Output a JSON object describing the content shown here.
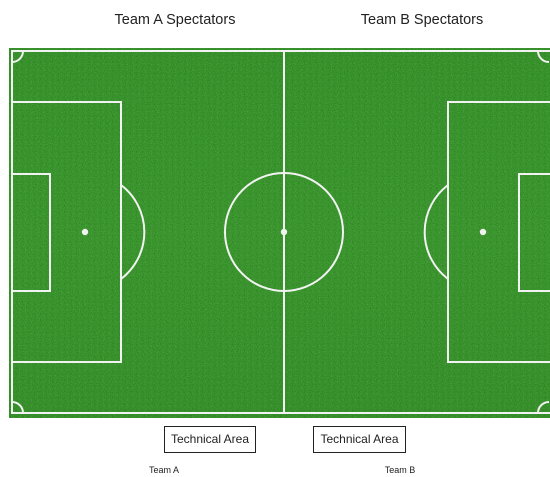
{
  "spectators": {
    "team_a": "Team A Spectators",
    "team_b": "Team B Spectators"
  },
  "technical_areas": [
    {
      "label": "Technical Area"
    },
    {
      "label": "Technical Area"
    }
  ],
  "teams": {
    "team_a": "Team A",
    "team_b": "Team B"
  },
  "colors": {
    "pitch_dark": "#1f6e1a",
    "pitch_light": "#3f9a2c",
    "line": "#f2f2f2"
  }
}
